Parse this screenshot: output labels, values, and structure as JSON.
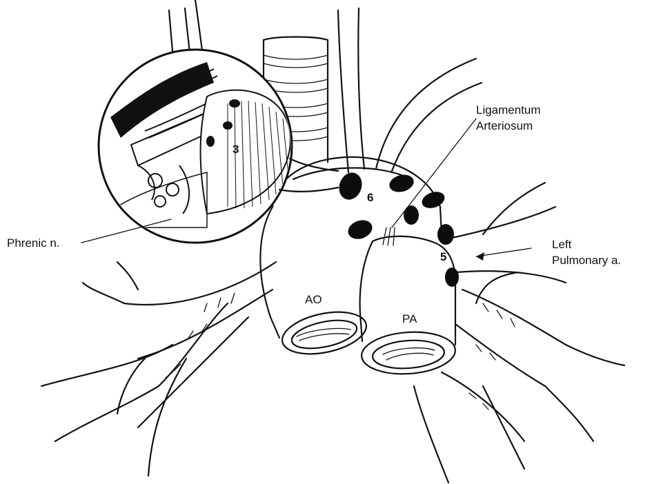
{
  "labels": {
    "ligamentum_line1": "Ligamentum",
    "ligamentum_line2": "Arteriosum",
    "phrenic": "Phrenic n.",
    "left_pa_line1": "Left",
    "left_pa_line2": "Pulmonary a.",
    "aorta": "AO",
    "pulmonary_artery": "PA"
  },
  "node_numbers": {
    "station_3": "3",
    "station_6": "6",
    "station_5": "5"
  },
  "colors": {
    "ink": "#111111",
    "background": "#ffffff"
  }
}
